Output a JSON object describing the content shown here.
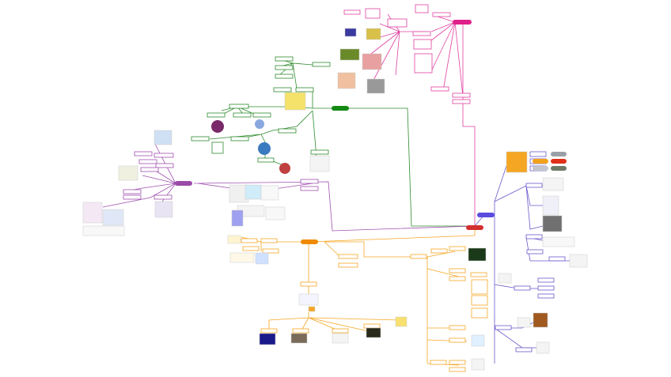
{
  "diagram": {
    "type": "mind-map",
    "central_node": {
      "label": "",
      "color": "#d32f2f"
    },
    "branches": [
      {
        "id": "pink",
        "color": "#e040a0",
        "hub_color": "#e0208a"
      },
      {
        "id": "green",
        "color": "#2e8b2e",
        "hub_color": "#138a13"
      },
      {
        "id": "purple",
        "color": "#a050b0",
        "hub_color": "#9a4aa8"
      },
      {
        "id": "orange",
        "color": "#f5a623",
        "hub_color": "#f08a00"
      },
      {
        "id": "violet",
        "color": "#6a5acd",
        "hub_color": "#5a4ce0"
      }
    ],
    "legend_chips": [
      "#f2a21a",
      "#e0301a",
      "#9aa0a6",
      "#8a8f96",
      "#c3c7cc",
      "#6e7a66"
    ]
  }
}
